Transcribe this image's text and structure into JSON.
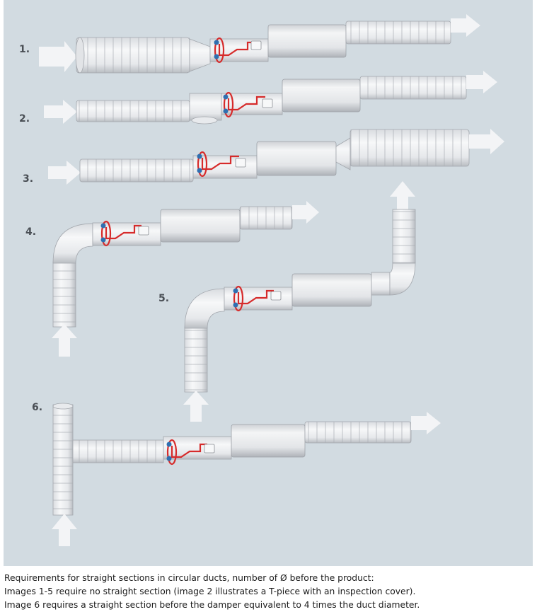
{
  "diagram": {
    "labels": [
      "1.",
      "2.",
      "3.",
      "4.",
      "5.",
      "6."
    ],
    "colors": {
      "background": "#d2dbe1",
      "duct_light": "#f2f3f5",
      "duct_dark": "#c4c7cc",
      "arrow": "#f3f4f6",
      "sensor_wire": "#d62b2b",
      "sensor_clip": "#2f6fb0"
    },
    "icons": [
      "flow-arrow-icon",
      "damper-sensor-icon",
      "elbow-bend-icon",
      "t-piece-icon",
      "silencer-icon"
    ]
  },
  "caption": {
    "line1": "Requirements for straight sections in circular ducts, number of Ø before the product:",
    "line2": "Images 1-5 require no straight section (image 2 illustrates a T-piece with an inspection cover).",
    "line3": "Image 6 requires a straight section before the damper equivalent to 4 times the duct diameter."
  }
}
